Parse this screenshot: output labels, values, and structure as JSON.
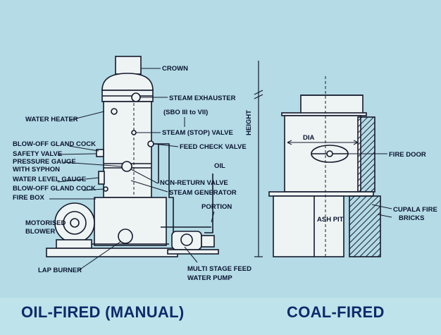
{
  "labels": {
    "crown": "CROWN",
    "steam_exhauster": "STEAM EXHAUSTER",
    "sbo": "(SBO III to VII)",
    "water_heater": "WATER HEATER",
    "steam_stop_valve": "STEAM (STOP) VALVE",
    "blow_off_gland_cock_top": "BLOW-OFF GLAND COCK",
    "feed_check_valve": "FEED CHECK VALVE",
    "safety_valve": "SAFETY VALVE",
    "pressure_gauge": "PRESSURE GAUGE",
    "with_syphon": "WITH SYPHON",
    "oil": "OIL",
    "water_level_gauge": "WATER LEVEL GAUGE",
    "non_return_valve": "NON-RETURN VALVE",
    "blow_off_gland_cock_bottom": "BLOW-OFF GLAND COCK",
    "steam_generator": "STEAM GENERATOR",
    "fire_box": "FIRE BOX",
    "portion": "PORTION",
    "motorised": "MOTORISED",
    "blower": "BLOWER",
    "lap_burner": "LAP BURNER",
    "multi_stage_feed": "MULTI STAGE FEED",
    "water_pump": "WATER PUMP",
    "height": "HEIGHT",
    "dia": "DIA",
    "fire_door": "FIRE DOOR",
    "cupala_fire": "CUPALA FIRE",
    "bricks": "BRICKS",
    "ash_pit": "ASH PIT"
  },
  "captions": {
    "left": "OIL-FIRED (MANUAL)",
    "right": "COAL-FIRED"
  }
}
